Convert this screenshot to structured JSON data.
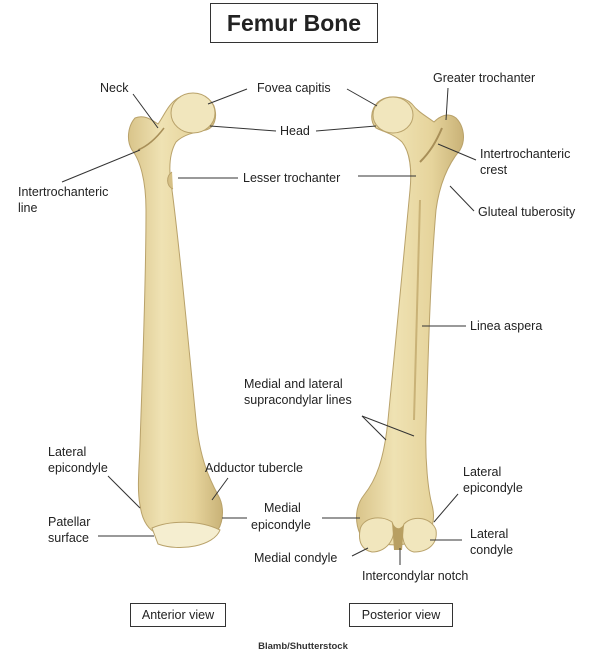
{
  "title": "Femur Bone",
  "colors": {
    "bone": "#e9d9a3",
    "bone_shade": "#cdb77a",
    "bone_light": "#f6efd2",
    "line": "#333333"
  },
  "labels": {
    "neck": "Neck",
    "fovea_capitis": "Fovea capitis",
    "greater_trochanter": "Greater trochanter",
    "head": "Head",
    "intertrochanteric_line_1": "Intertrochanteric",
    "intertrochanteric_line_2": "line",
    "lesser_trochanter": "Lesser trochanter",
    "intertrochanteric_crest_1": "Intertrochanteric",
    "intertrochanteric_crest_2": "crest",
    "gluteal_tuberosity": "Gluteal tuberosity",
    "linea_aspera": "Linea aspera",
    "supracondylar_1": "Medial and lateral",
    "supracondylar_2": "supracondylar lines",
    "lateral_epicondyle_left_1": "Lateral",
    "lateral_epicondyle_left_2": "epicondyle",
    "adductor_tubercle": "Adductor tubercle",
    "lateral_epicondyle_right_1": "Lateral",
    "lateral_epicondyle_right_2": "epicondyle",
    "medial_epicondyle_1": "Medial",
    "medial_epicondyle_2": "epicondyle",
    "patellar_surface_1": "Patellar",
    "patellar_surface_2": "surface",
    "medial_condyle": "Medial condyle",
    "lateral_condyle_1": "Lateral",
    "lateral_condyle_2": "condyle",
    "intercondylar_notch": "Intercondylar notch"
  },
  "views": {
    "anterior": "Anterior view",
    "posterior": "Posterior view"
  },
  "credit": "Blamb/Shutterstock"
}
